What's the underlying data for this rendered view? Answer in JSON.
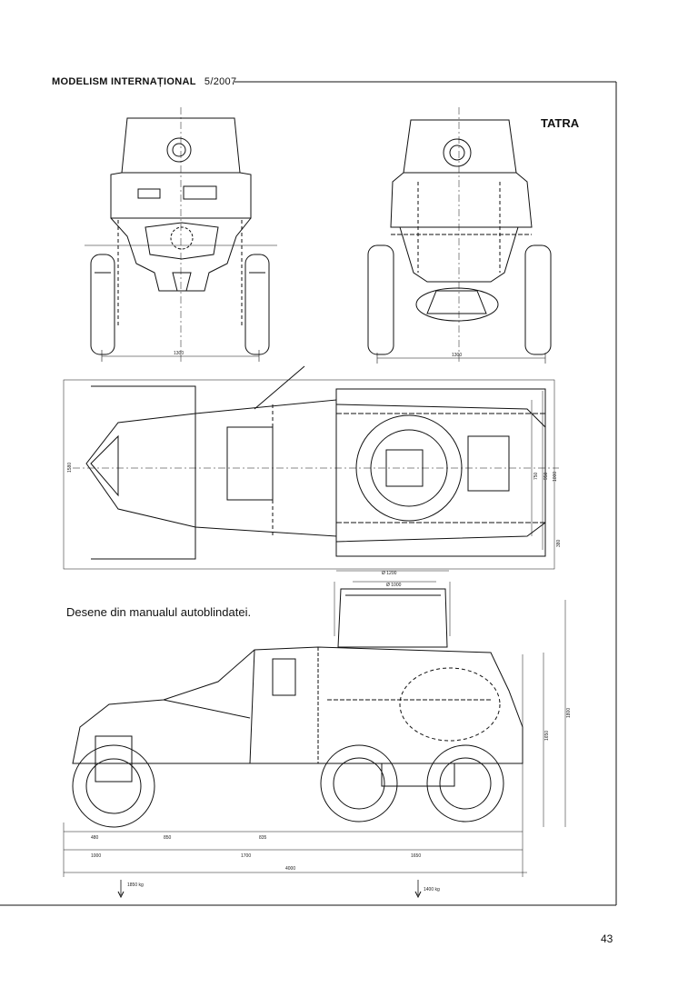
{
  "header": {
    "magazine": "MODELISM INTERNAȚIONAL",
    "issue": "5/2007"
  },
  "figure": {
    "label": "TATRA",
    "caption": "Desene din manualul autoblindatei.",
    "dimensions": {
      "front_track": "1300",
      "rear_track": "1300",
      "top_width": "1580",
      "top_right_1": "750",
      "top_right_2": "950",
      "top_right_3": "1000",
      "top_right_4": "380",
      "turret_top_1": "Ø 1200",
      "turret_top_2": "Ø 1000",
      "side_height_1": "1650",
      "side_height_2": "1800",
      "side_bottom_1": "480",
      "side_bottom_2": "850",
      "side_bottom_3": "835",
      "side_bottom_4": "1000",
      "side_bottom_5": "1700",
      "side_bottom_6": "1650",
      "side_total": "4000",
      "front_load": "1850 kg",
      "rear_load": "1400 kg"
    }
  },
  "page_number": "43"
}
